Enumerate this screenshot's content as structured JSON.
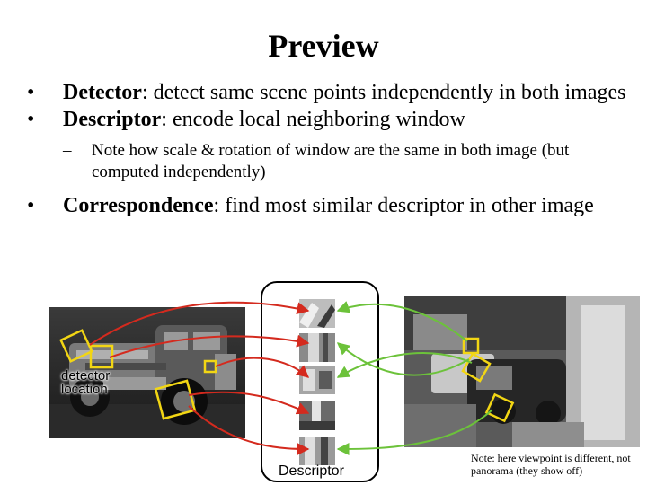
{
  "slide": {
    "title": "Preview",
    "bullets": [
      {
        "term": "Detector",
        "text": ": detect same scene points independently in both images"
      },
      {
        "term": "Descriptor",
        "text": ": encode local neighboring window"
      }
    ],
    "subbullet": "Note how scale & rotation of window are the same in both image (but computed independently)",
    "bullet3": {
      "term": "Correspondence",
      "text": ": find most similar descriptor in other image"
    }
  },
  "figure": {
    "detector_label": "detector location",
    "descriptor_label": "Descriptor",
    "note": "Note: here viewpoint is different, not panorama (they show off)"
  },
  "colors": {
    "detector_box": "#f2d614",
    "arrow_red": "#d42a1e",
    "arrow_green": "#6cc23a"
  }
}
